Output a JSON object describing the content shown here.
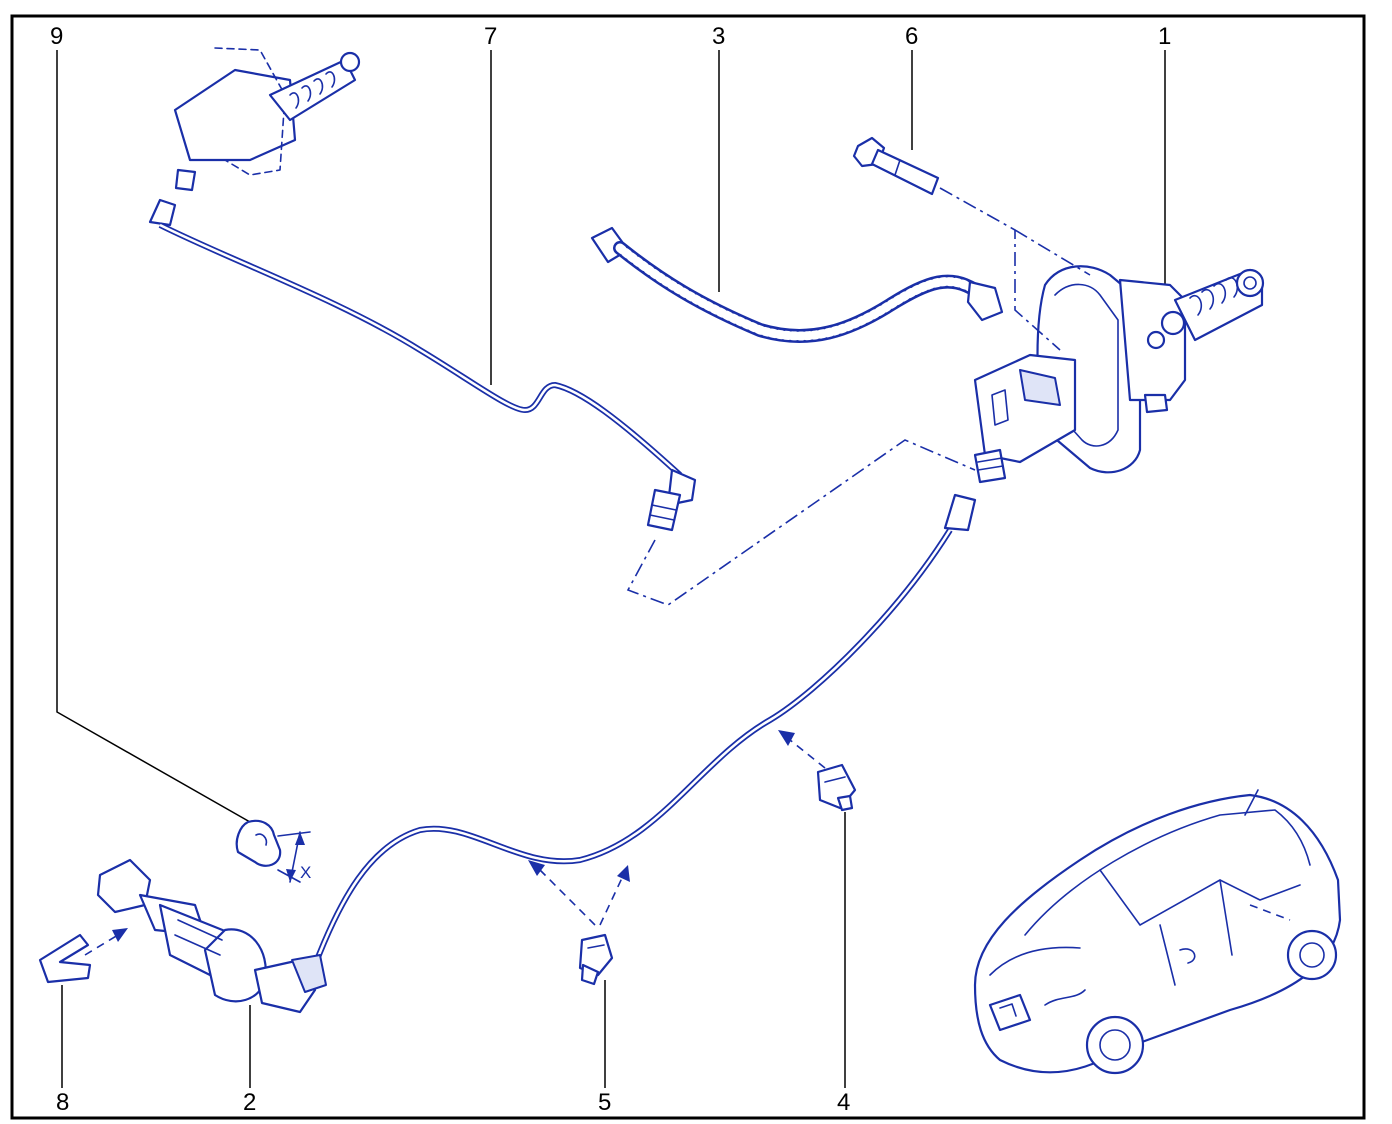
{
  "diagram": {
    "callouts": [
      {
        "id": "c9",
        "label": "9"
      },
      {
        "id": "c7",
        "label": "7"
      },
      {
        "id": "c3",
        "label": "3"
      },
      {
        "id": "c6",
        "label": "6"
      },
      {
        "id": "c1",
        "label": "1"
      },
      {
        "id": "c8",
        "label": "8"
      },
      {
        "id": "c2",
        "label": "2"
      },
      {
        "id": "c5",
        "label": "5"
      },
      {
        "id": "c4",
        "label": "4"
      }
    ],
    "dimension_mark": "X"
  },
  "colors": {
    "line_art": "#1a2fa8",
    "callout_text": "#000000",
    "frame": "#000000",
    "background": "#ffffff"
  }
}
